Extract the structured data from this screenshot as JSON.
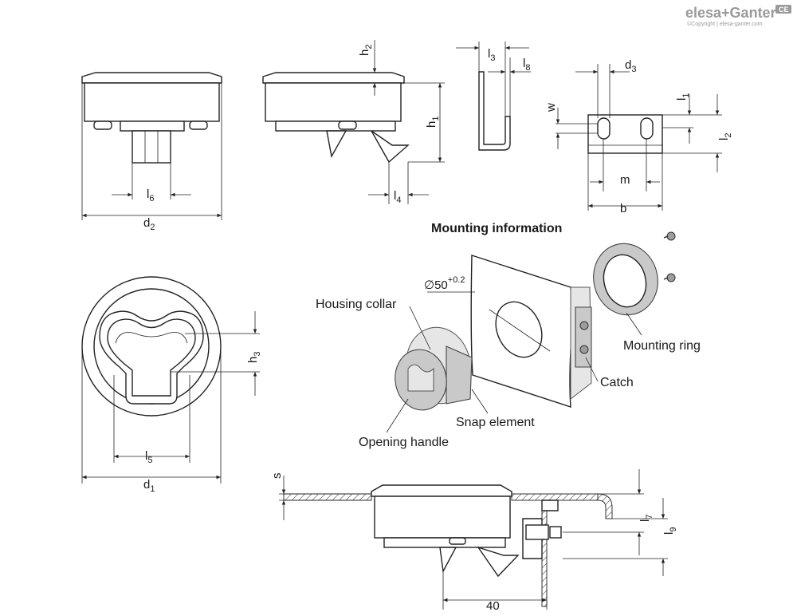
{
  "brand": {
    "name": "elesa+Ganter",
    "copyright": "©Copyright | elesa-ganter.com",
    "badge": "CE"
  },
  "section_title": "Mounting information",
  "dimensions": {
    "d1": {
      "main": "d",
      "sub": "1"
    },
    "d2": {
      "main": "d",
      "sub": "2"
    },
    "d3": {
      "main": "d",
      "sub": "3"
    },
    "h1": {
      "main": "h",
      "sub": "1"
    },
    "h2": {
      "main": "h",
      "sub": "2"
    },
    "h3": {
      "main": "h",
      "sub": "3"
    },
    "l1": {
      "main": "l",
      "sub": "1"
    },
    "l2": {
      "main": "l",
      "sub": "2"
    },
    "l3": {
      "main": "l",
      "sub": "3"
    },
    "l4": {
      "main": "l",
      "sub": "4"
    },
    "l5": {
      "main": "l",
      "sub": "5"
    },
    "l6": {
      "main": "l",
      "sub": "6"
    },
    "l7": {
      "main": "l",
      "sub": "7"
    },
    "l8": {
      "main": "l",
      "sub": "8"
    },
    "l9": {
      "main": "l",
      "sub": "9"
    },
    "w": "w",
    "m": "m",
    "b": "b",
    "s": "s",
    "forty": "40"
  },
  "hole": {
    "diameter": "∅50",
    "tolerance": "+0.2"
  },
  "callouts": {
    "housing_collar": "Housing collar",
    "mounting_ring": "Mounting ring",
    "catch": "Catch",
    "snap_element": "Snap element",
    "opening_handle": "Opening handle"
  }
}
